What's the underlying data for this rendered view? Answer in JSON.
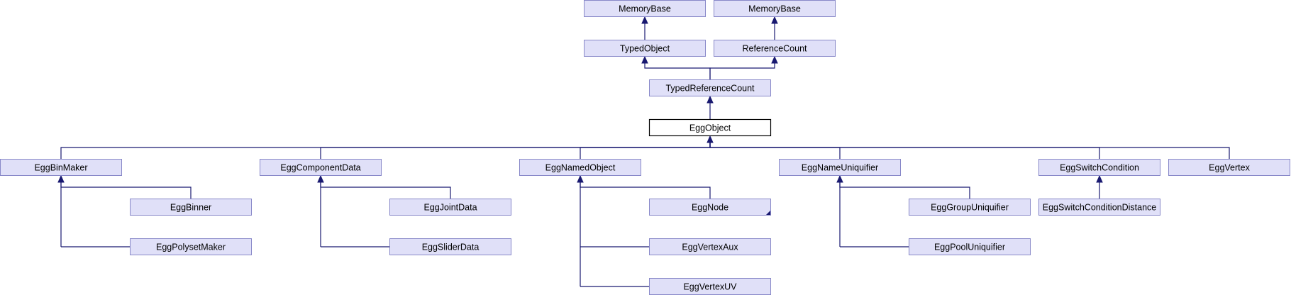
{
  "diagram": {
    "nodes": [
      {
        "id": "memorybase_a",
        "label": "MemoryBase"
      },
      {
        "id": "memorybase_b",
        "label": "MemoryBase"
      },
      {
        "id": "typedobject",
        "label": "TypedObject"
      },
      {
        "id": "referencecount",
        "label": "ReferenceCount"
      },
      {
        "id": "typedreferencecount",
        "label": "TypedReferenceCount"
      },
      {
        "id": "eggobject",
        "label": "EggObject",
        "current": true
      },
      {
        "id": "eggbinmaker",
        "label": "EggBinMaker"
      },
      {
        "id": "eggcomponentdata",
        "label": "EggComponentData"
      },
      {
        "id": "eggnamedobject",
        "label": "EggNamedObject"
      },
      {
        "id": "eggnameuniquifier",
        "label": "EggNameUniquifier"
      },
      {
        "id": "eggswitchcondition",
        "label": "EggSwitchCondition"
      },
      {
        "id": "eggvertex",
        "label": "EggVertex"
      },
      {
        "id": "eggbinner",
        "label": "EggBinner"
      },
      {
        "id": "eggpolysetmaker",
        "label": "EggPolysetMaker"
      },
      {
        "id": "eggjointdata",
        "label": "EggJointData"
      },
      {
        "id": "eggsliderdata",
        "label": "EggSliderData"
      },
      {
        "id": "eggnode",
        "label": "EggNode",
        "truncated": true
      },
      {
        "id": "eggvertexaux",
        "label": "EggVertexAux"
      },
      {
        "id": "eggvertexuv",
        "label": "EggVertexUV"
      },
      {
        "id": "egggroupuniquifier",
        "label": "EggGroupUniquifier"
      },
      {
        "id": "eggpooluniquifier",
        "label": "EggPoolUniquifier"
      },
      {
        "id": "eggswitchconditiondistance",
        "label": "EggSwitchConditionDistance"
      }
    ],
    "edges": [
      {
        "from": "typedobject",
        "to": "memorybase_a"
      },
      {
        "from": "referencecount",
        "to": "memorybase_b"
      },
      {
        "from": "typedreferencecount",
        "to": "typedobject"
      },
      {
        "from": "typedreferencecount",
        "to": "referencecount"
      },
      {
        "from": "eggobject",
        "to": "typedreferencecount"
      },
      {
        "from": "eggbinmaker",
        "to": "eggobject"
      },
      {
        "from": "eggcomponentdata",
        "to": "eggobject"
      },
      {
        "from": "eggnamedobject",
        "to": "eggobject"
      },
      {
        "from": "eggnameuniquifier",
        "to": "eggobject"
      },
      {
        "from": "eggswitchcondition",
        "to": "eggobject"
      },
      {
        "from": "eggvertex",
        "to": "eggobject"
      },
      {
        "from": "eggbinner",
        "to": "eggbinmaker"
      },
      {
        "from": "eggpolysetmaker",
        "to": "eggbinmaker"
      },
      {
        "from": "eggjointdata",
        "to": "eggcomponentdata"
      },
      {
        "from": "eggsliderdata",
        "to": "eggcomponentdata"
      },
      {
        "from": "eggnode",
        "to": "eggnamedobject"
      },
      {
        "from": "eggvertexaux",
        "to": "eggnamedobject"
      },
      {
        "from": "eggvertexuv",
        "to": "eggnamedobject"
      },
      {
        "from": "egggroupuniquifier",
        "to": "eggnameuniquifier"
      },
      {
        "from": "eggpooluniquifier",
        "to": "eggnameuniquifier"
      },
      {
        "from": "eggswitchconditiondistance",
        "to": "eggswitchcondition"
      }
    ]
  }
}
